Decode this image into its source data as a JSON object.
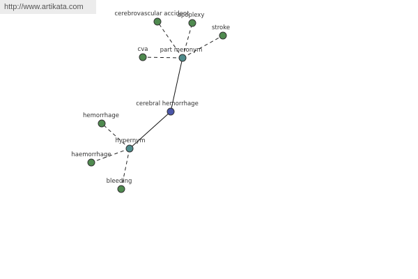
{
  "header": {
    "url": "http://www.artikata.com"
  },
  "colors": {
    "leaf": "#4f8a4f",
    "relation": "#4f8c8c",
    "center": "#4a55a8"
  },
  "graph": {
    "nodes": [
      {
        "id": "cerebral-hemorrhage",
        "label": "cerebral hemorrhage",
        "kind": "center"
      },
      {
        "id": "part-meronym",
        "label": "part meronym",
        "kind": "relation"
      },
      {
        "id": "hypernym",
        "label": "hypernym",
        "kind": "relation"
      },
      {
        "id": "cerebrovascular-accident",
        "label": "cerebrovascular accident",
        "kind": "leaf"
      },
      {
        "id": "apoplexy",
        "label": "apoplexy",
        "kind": "leaf"
      },
      {
        "id": "stroke",
        "label": "stroke",
        "kind": "leaf"
      },
      {
        "id": "cva",
        "label": "cva",
        "kind": "leaf"
      },
      {
        "id": "hemorrhage",
        "label": "hemorrhage",
        "kind": "leaf"
      },
      {
        "id": "haemorrhage",
        "label": "haemorrhage",
        "kind": "leaf"
      },
      {
        "id": "bleeding",
        "label": "bleeding",
        "kind": "leaf"
      }
    ],
    "edges": [
      {
        "from": "cerebral-hemorrhage",
        "to": "part-meronym",
        "style": "solid"
      },
      {
        "from": "cerebral-hemorrhage",
        "to": "hypernym",
        "style": "solid"
      },
      {
        "from": "part-meronym",
        "to": "cerebrovascular-accident",
        "style": "dashed"
      },
      {
        "from": "part-meronym",
        "to": "apoplexy",
        "style": "dashed"
      },
      {
        "from": "part-meronym",
        "to": "stroke",
        "style": "dashed"
      },
      {
        "from": "part-meronym",
        "to": "cva",
        "style": "dashed"
      },
      {
        "from": "hypernym",
        "to": "hemorrhage",
        "style": "dashed"
      },
      {
        "from": "hypernym",
        "to": "haemorrhage",
        "style": "dashed"
      },
      {
        "from": "hypernym",
        "to": "bleeding",
        "style": "dashed"
      }
    ]
  }
}
